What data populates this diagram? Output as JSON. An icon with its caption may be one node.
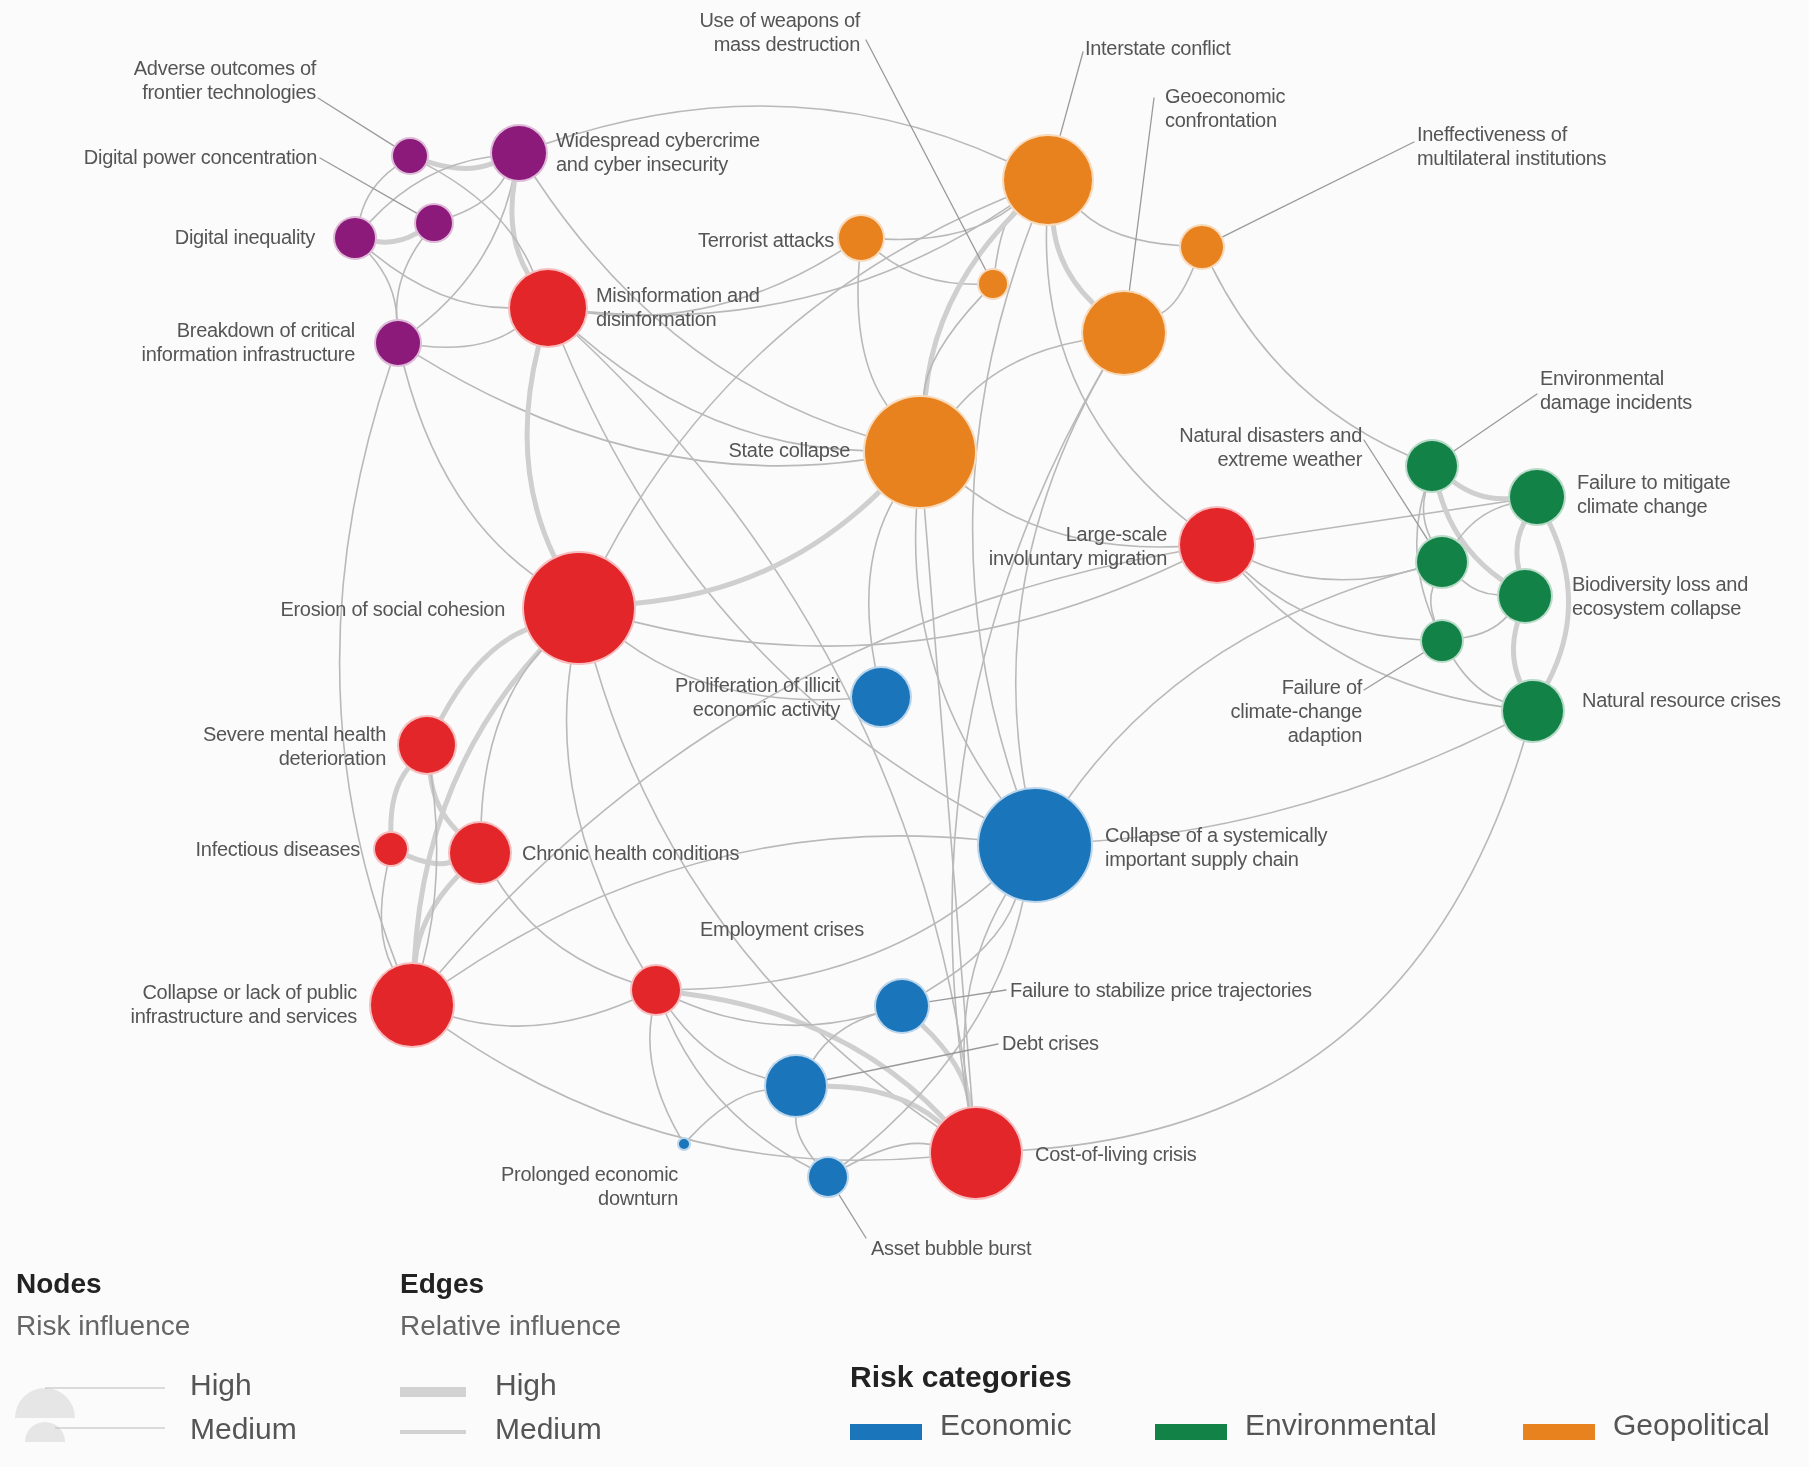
{
  "diagram": {
    "nodes": [
      {
        "text": [],
        "shape": "circle"
      },
      {
        "text": [],
        "shape": "circle",
        "beside": [
          "Widespread cybercrime and cyber insecurity"
        ]
      },
      {
        "text": [],
        "shape": "circle"
      },
      {
        "text": [],
        "shape": "circle",
        "beside": [
          "Digital inequality"
        ]
      },
      {
        "text": [],
        "shape": "circle",
        "beside": [
          "Breakdown of critical information infrastructure"
        ]
      },
      {
        "text": [],
        "shape": "circle",
        "beside": [
          "Misinformation and disinformation"
        ]
      },
      {
        "text": [],
        "shape": "circle",
        "beside": [
          "Erosion of social cohesion"
        ]
      },
      {
        "text": [],
        "shape": "circle",
        "beside": [
          "Severe mental health deterioration"
        ]
      },
      {
        "text": [],
        "shape": "circle",
        "beside": [
          "Infectious diseases"
        ]
      },
      {
        "text": [],
        "shape": "circle",
        "beside": [
          "Chronic health conditions"
        ]
      },
      {
        "text": [],
        "shape": "circle",
        "beside": [
          "Collapse or lack of public infrastructure and services"
        ]
      },
      {
        "text": [],
        "shape": "circle",
        "beside": [
          "Employment crises"
        ]
      },
      {
        "text": [],
        "shape": "circle",
        "beside": [
          "Large-scale involuntary migration"
        ]
      },
      {
        "text": [],
        "shape": "circle",
        "beside": [
          "Cost-of-living crisis"
        ]
      },
      {
        "text": [],
        "shape": "circle",
        "beside": [
          "Terrorist attacks"
        ]
      },
      {
        "text": [],
        "shape": "circle"
      },
      {
        "text": [],
        "shape": "circle"
      },
      {
        "text": [],
        "shape": "circle"
      },
      {
        "text": [],
        "shape": "circle"
      },
      {
        "text": [],
        "shape": "circle",
        "beside": [
          "State collapse"
        ]
      },
      {
        "text": [],
        "shape": "circle",
        "beside": [
          "Proliferation of illicit economic activity"
        ]
      },
      {
        "text": [],
        "shape": "circle",
        "beside": [
          "Collapse of a systemically important supply chain"
        ]
      },
      {
        "text": [],
        "shape": "circle"
      },
      {
        "text": [],
        "shape": "circle"
      },
      {
        "text": [],
        "shape": "circle",
        "beside": [
          "Prolonged economic downturn"
        ]
      },
      {
        "text": [],
        "shape": "circle"
      },
      {
        "text": [],
        "shape": "circle"
      },
      {
        "text": [],
        "shape": "circle",
        "beside": [
          "Failure to mitigate climate change"
        ]
      },
      {
        "text": [],
        "shape": "circle"
      },
      {
        "text": [],
        "shape": "circle",
        "beside": [
          "Biodiversity loss and ecosystem collapse"
        ]
      },
      {
        "text": [],
        "shape": "circle"
      },
      {
        "text": [],
        "shape": "circle",
        "beside": [
          "Natural resource crises"
        ]
      },
      {
        "text": [
          "Adverse outcomes of frontier technologies"
        ]
      },
      {
        "text": [
          "Digital power concentration"
        ]
      },
      {
        "text": [
          "Use of weapons of mass destruction"
        ]
      },
      {
        "text": [
          "Interstate conflict"
        ]
      },
      {
        "text": [
          "Geoeconomic confrontation"
        ]
      },
      {
        "text": [
          "Ineffectiveness of multilateral institutions"
        ]
      },
      {
        "text": [
          "Environmental damage incidents"
        ]
      },
      {
        "text": [
          "Natural disasters and extreme weather"
        ]
      },
      {
        "text": [
          "Failure of climate-change adaption"
        ]
      },
      {
        "text": [
          "Failure to stabilize price trajectories"
        ]
      },
      {
        "text": [
          "Debt crises"
        ]
      },
      {
        "text": [
          "Asset bubble burst"
        ]
      }
    ],
    "edges": [
      {
        "from": 0,
        "to": 1,
        "arrow": "none",
        "style": "thick"
      },
      {
        "from": 0,
        "to": 3,
        "arrow": "none"
      },
      {
        "from": 2,
        "to": 1,
        "arrow": "none"
      },
      {
        "from": 3,
        "to": 2,
        "arrow": "none",
        "style": "thick"
      },
      {
        "from": 3,
        "to": 1,
        "arrow": "none"
      },
      {
        "from": 4,
        "to": 1,
        "arrow": "none"
      },
      {
        "from": 4,
        "to": 3,
        "arrow": "none"
      },
      {
        "from": 2,
        "to": 4,
        "arrow": "none"
      },
      {
        "from": 1,
        "to": 5,
        "arrow": "none",
        "style": "thick"
      },
      {
        "from": 4,
        "to": 5,
        "arrow": "none"
      },
      {
        "from": 3,
        "to": 5,
        "arrow": "none"
      },
      {
        "from": 0,
        "to": 5,
        "arrow": "none"
      },
      {
        "from": 1,
        "to": 19,
        "arrow": "none"
      },
      {
        "from": 1,
        "to": 15,
        "arrow": "none"
      },
      {
        "from": 4,
        "to": 10,
        "arrow": "none"
      },
      {
        "from": 4,
        "to": 6,
        "arrow": "none"
      },
      {
        "from": 4,
        "to": 19,
        "arrow": "none"
      },
      {
        "from": 5,
        "to": 6,
        "arrow": "none",
        "style": "thick"
      },
      {
        "from": 5,
        "to": 19,
        "arrow": "none"
      },
      {
        "from": 5,
        "to": 14,
        "arrow": "none"
      },
      {
        "from": 5,
        "to": 15,
        "arrow": "none"
      },
      {
        "from": 5,
        "to": 21,
        "arrow": "none"
      },
      {
        "from": 5,
        "to": 13,
        "arrow": "none"
      },
      {
        "from": 6,
        "to": 19,
        "arrow": "none",
        "style": "thick"
      },
      {
        "from": 6,
        "to": 15,
        "arrow": "none"
      },
      {
        "from": 6,
        "to": 7,
        "arrow": "none",
        "style": "thick"
      },
      {
        "from": 6,
        "to": 10,
        "arrow": "none",
        "style": "thick"
      },
      {
        "from": 6,
        "to": 11,
        "arrow": "none"
      },
      {
        "from": 6,
        "to": 13,
        "arrow": "none"
      },
      {
        "from": 6,
        "to": 12,
        "arrow": "none"
      },
      {
        "from": 6,
        "to": 9,
        "arrow": "none"
      },
      {
        "from": 6,
        "to": 20,
        "arrow": "none"
      },
      {
        "from": 7,
        "to": 8,
        "arrow": "none",
        "style": "thick"
      },
      {
        "from": 7,
        "to": 9,
        "arrow": "none",
        "style": "thick"
      },
      {
        "from": 8,
        "to": 9,
        "arrow": "none",
        "style": "thick"
      },
      {
        "from": 8,
        "to": 10,
        "arrow": "none"
      },
      {
        "from": 9,
        "to": 10,
        "arrow": "none",
        "style": "thick"
      },
      {
        "from": 7,
        "to": 10,
        "arrow": "none"
      },
      {
        "from": 9,
        "to": 11,
        "arrow": "none"
      },
      {
        "from": 10,
        "to": 11,
        "arrow": "none"
      },
      {
        "from": 10,
        "to": 13,
        "arrow": "none"
      },
      {
        "from": 10,
        "to": 21,
        "arrow": "none"
      },
      {
        "from": 11,
        "to": 13,
        "arrow": "none",
        "style": "thick"
      },
      {
        "from": 11,
        "to": 22,
        "arrow": "none"
      },
      {
        "from": 11,
        "to": 23,
        "arrow": "none"
      },
      {
        "from": 11,
        "to": 24,
        "arrow": "none"
      },
      {
        "from": 11,
        "to": 25,
        "arrow": "none"
      },
      {
        "from": 11,
        "to": 21,
        "arrow": "none"
      },
      {
        "from": 13,
        "to": 22,
        "arrow": "none",
        "style": "thick"
      },
      {
        "from": 13,
        "to": 23,
        "arrow": "none",
        "style": "thick"
      },
      {
        "from": 13,
        "to": 25,
        "arrow": "none"
      },
      {
        "from": 13,
        "to": 21,
        "arrow": "none"
      },
      {
        "from": 13,
        "to": 31,
        "arrow": "none"
      },
      {
        "from": 22,
        "to": 21,
        "arrow": "none"
      },
      {
        "from": 22,
        "to": 23,
        "arrow": "none"
      },
      {
        "from": 23,
        "to": 25,
        "arrow": "none"
      },
      {
        "from": 23,
        "to": 24,
        "arrow": "none"
      },
      {
        "from": 25,
        "to": 21,
        "arrow": "none"
      },
      {
        "from": 14,
        "to": 15,
        "arrow": "none"
      },
      {
        "from": 14,
        "to": 19,
        "arrow": "none"
      },
      {
        "from": 14,
        "to": 16,
        "arrow": "none"
      },
      {
        "from": 15,
        "to": 16,
        "arrow": "none"
      },
      {
        "from": 15,
        "to": 18,
        "arrow": "none",
        "style": "thick"
      },
      {
        "from": 15,
        "to": 19,
        "arrow": "none",
        "style": "thick"
      },
      {
        "from": 15,
        "to": 17,
        "arrow": "none"
      },
      {
        "from": 15,
        "to": 12,
        "arrow": "none"
      },
      {
        "from": 15,
        "to": 21,
        "arrow": "none"
      },
      {
        "from": 18,
        "to": 17,
        "arrow": "none"
      },
      {
        "from": 18,
        "to": 19,
        "arrow": "none"
      },
      {
        "from": 18,
        "to": 21,
        "arrow": "none"
      },
      {
        "from": 18,
        "to": 13,
        "arrow": "none"
      },
      {
        "from": 19,
        "to": 12,
        "arrow": "none"
      },
      {
        "from": 19,
        "to": 20,
        "arrow": "none"
      },
      {
        "from": 19,
        "to": 21,
        "arrow": "none"
      },
      {
        "from": 19,
        "to": 13,
        "arrow": "none"
      },
      {
        "from": 16,
        "to": 19,
        "arrow": "none"
      },
      {
        "from": 17,
        "to": 26,
        "arrow": "none"
      },
      {
        "from": 12,
        "to": 28,
        "arrow": "none"
      },
      {
        "from": 12,
        "to": 30,
        "arrow": "none"
      },
      {
        "from": 12,
        "to": 31,
        "arrow": "none"
      },
      {
        "from": 12,
        "to": 27,
        "arrow": "none"
      },
      {
        "from": 12,
        "to": 10,
        "arrow": "none"
      },
      {
        "from": 26,
        "to": 27,
        "arrow": "none",
        "style": "thick"
      },
      {
        "from": 26,
        "to": 28,
        "arrow": "none"
      },
      {
        "from": 26,
        "to": 29,
        "arrow": "none",
        "style": "thick"
      },
      {
        "from": 27,
        "to": 28,
        "arrow": "none"
      },
      {
        "from": 27,
        "to": 29,
        "arrow": "none",
        "style": "thick"
      },
      {
        "from": 27,
        "to": 31,
        "arrow": "none",
        "style": "thick"
      },
      {
        "from": 28,
        "to": 29,
        "arrow": "none"
      },
      {
        "from": 28,
        "to": 30,
        "arrow": "none"
      },
      {
        "from": 29,
        "to": 31,
        "arrow": "none",
        "style": "thick"
      },
      {
        "from": 30,
        "to": 29,
        "arrow": "none"
      },
      {
        "from": 30,
        "to": 31,
        "arrow": "none"
      },
      {
        "from": 26,
        "to": 30,
        "arrow": "none"
      },
      {
        "from": 31,
        "to": 21,
        "arrow": "none"
      },
      {
        "from": 28,
        "to": 21,
        "arrow": "none"
      },
      {
        "from": 32,
        "to": 0,
        "arrow": "none"
      },
      {
        "from": 33,
        "to": 2,
        "arrow": "none"
      },
      {
        "from": 34,
        "to": 16,
        "arrow": "none"
      },
      {
        "from": 35,
        "to": 15,
        "arrow": "none"
      },
      {
        "from": 36,
        "to": 18,
        "arrow": "none"
      },
      {
        "from": 37,
        "to": 17,
        "arrow": "none"
      },
      {
        "from": 38,
        "to": 26,
        "arrow": "none"
      },
      {
        "from": 39,
        "to": 28,
        "arrow": "none"
      },
      {
        "from": 40,
        "to": 30,
        "arrow": "none"
      },
      {
        "from": 41,
        "to": 22,
        "arrow": "none"
      },
      {
        "from": 42,
        "to": 23,
        "arrow": "none"
      },
      {
        "from": 43,
        "to": 25,
        "arrow": "none"
      }
    ],
    "labels": [
      "Nodes",
      "Risk influence",
      "Edges",
      "Relative influence",
      "Risk categories"
    ],
    "legend": [
      {
        "text": "High"
      },
      {
        "text": "Medium"
      },
      {
        "text": "High"
      },
      {
        "text": "Medium"
      },
      {
        "text": "Economic",
        "color": "#1b75bb"
      },
      {
        "text": "Environmental",
        "color": "#138246"
      },
      {
        "text": "Geopolitical",
        "color": "#e8821e"
      }
    ]
  }
}
